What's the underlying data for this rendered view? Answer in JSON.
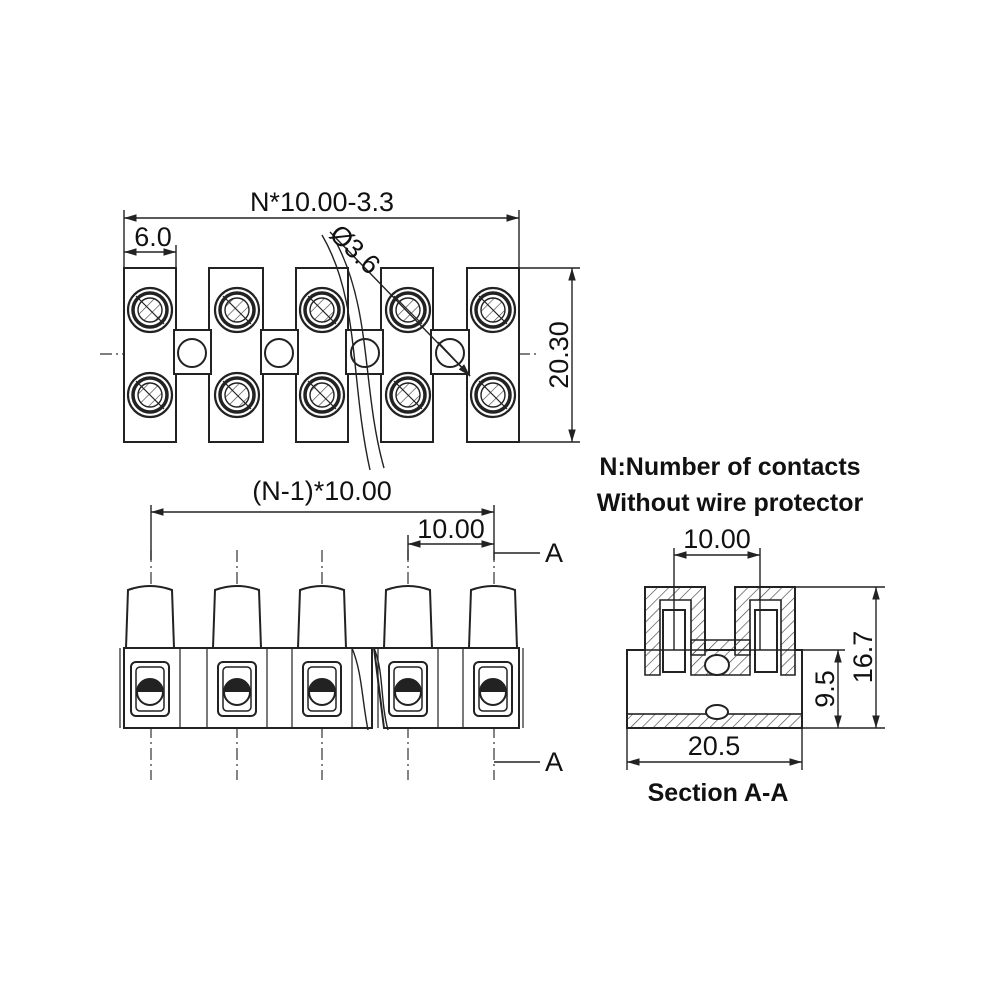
{
  "dimensions": {
    "overall_length": "N*10.00-3.3",
    "end_width": "6.0",
    "hole_diameter": "3.6",
    "hole_symbol": "Ø",
    "height_top": "20.30",
    "pitch_span": "(N-1)*10.00",
    "pitch": "10.00",
    "section_pitch": "10.00",
    "section_height": "16.7",
    "section_mid": "9.5",
    "section_width": "20.5"
  },
  "notes": {
    "line1": "N:Number of contacts",
    "line2": "Without wire protector",
    "section_title": "Section A-A",
    "cut_label_top": "A",
    "cut_label_bottom": "A"
  },
  "colors": {
    "line": "#222222",
    "background": "#ffffff"
  }
}
